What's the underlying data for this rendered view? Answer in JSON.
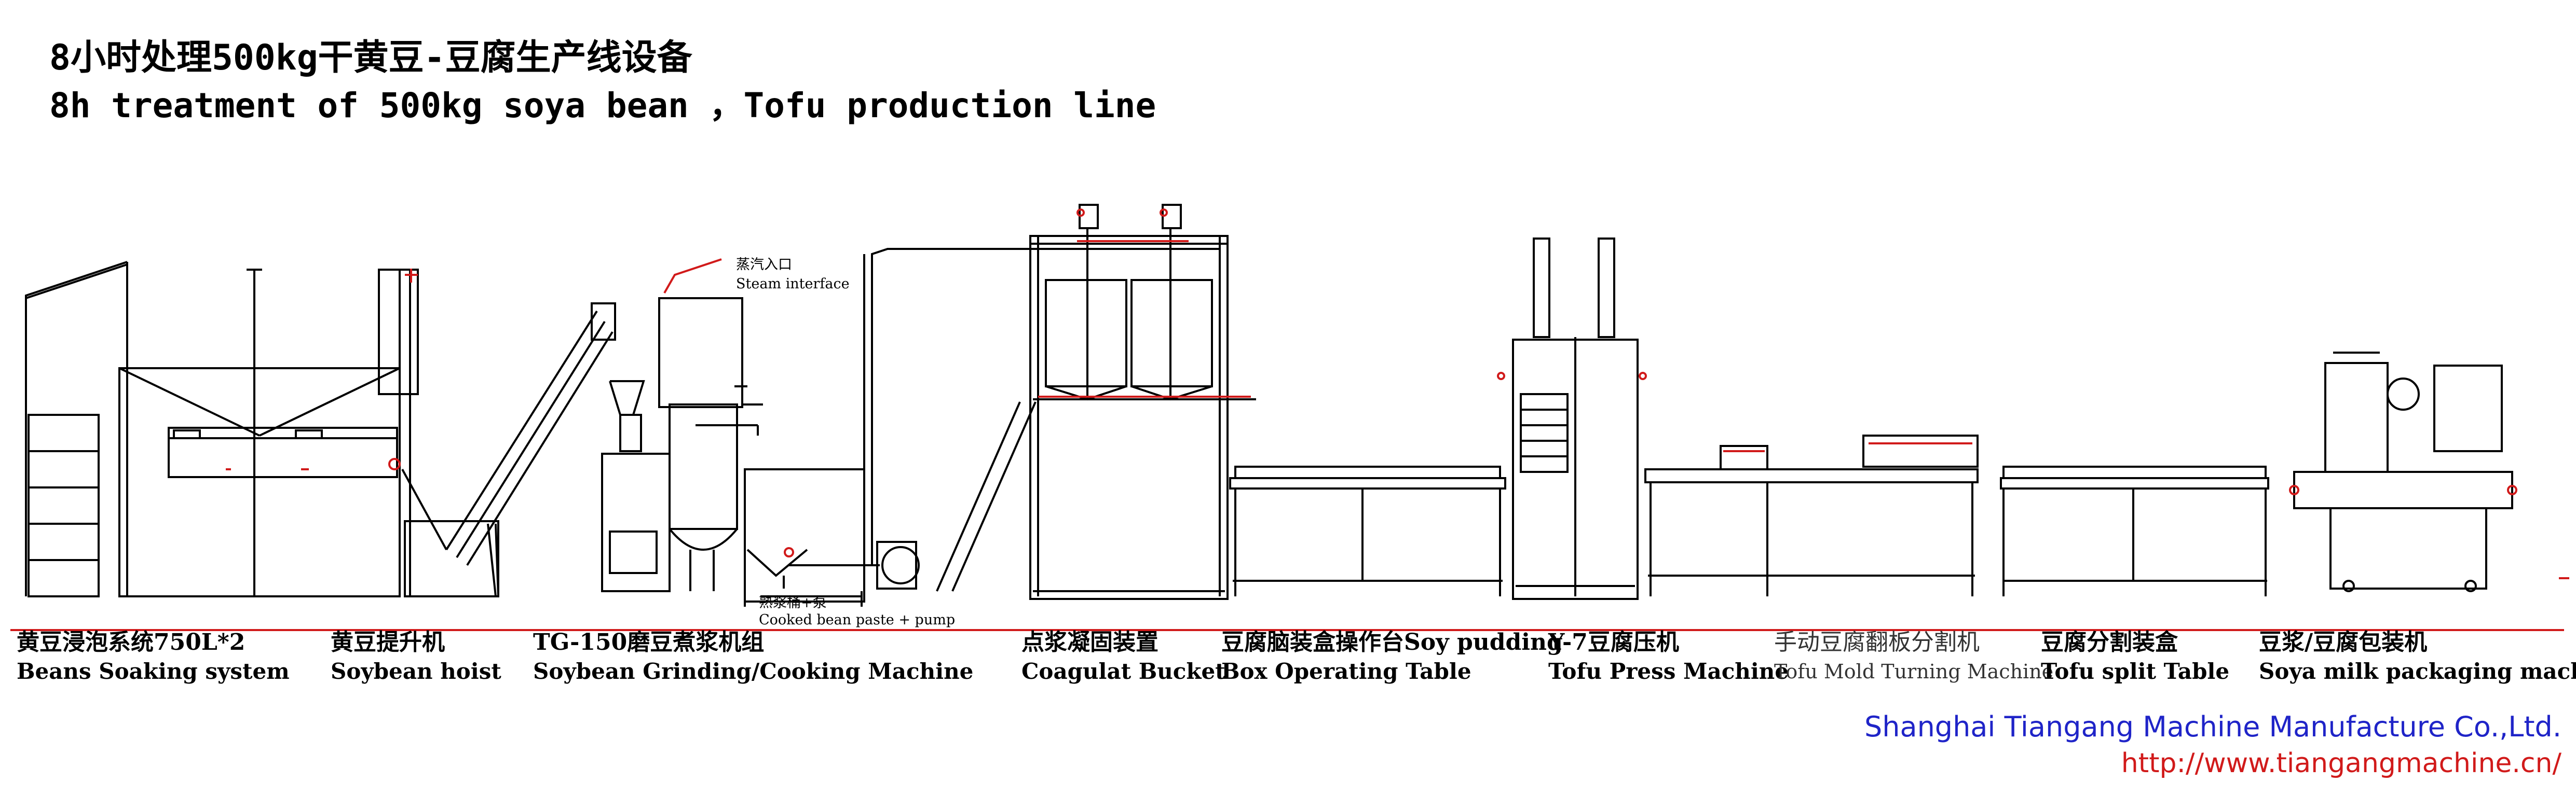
{
  "title": {
    "chinese": "8小时处理500kg干黄豆-豆腐生产线设备",
    "english": "8h treatment of 500kg soya bean ，Tofu production line"
  },
  "annotations": {
    "steam_cn": "蒸汽入口",
    "steam_en": "Steam interface",
    "pump_cn": "熟浆桶+泵",
    "pump_en": "Cooked bean paste + pump"
  },
  "equipment": [
    {
      "cn": "黄豆浸泡系统750L*2",
      "en": "Beans Soaking system"
    },
    {
      "cn": "黄豆提升机",
      "en": "Soybean hoist"
    },
    {
      "cn": "TG-150磨豆煮浆机组",
      "en": "Soybean Grinding/Cooking Machine"
    },
    {
      "cn": "点浆凝固装置",
      "en": "Coagulat Bucket"
    },
    {
      "cn": "豆腐脑装盒操作台Soy pudding",
      "en": "Box Operating Table"
    },
    {
      "cn": "Y-7豆腐压机",
      "en": "Tofu Press Machine"
    },
    {
      "cn": "手动豆腐翻板分割机",
      "en": "Tofu Mold Turning Machine"
    },
    {
      "cn": "豆腐分割装盒",
      "en": "Tofu split Table"
    },
    {
      "cn": "豆浆/豆腐包装机",
      "en": "Soya milk packaging machine"
    }
  ],
  "company": {
    "name": "Shanghai Tiangang Machine Manufacture Co.,Ltd.",
    "url": "http://www.tiangangmachine.cn/"
  },
  "colors": {
    "line": "#000000",
    "accent": "#d11a1a",
    "company": "#1f24c8"
  }
}
